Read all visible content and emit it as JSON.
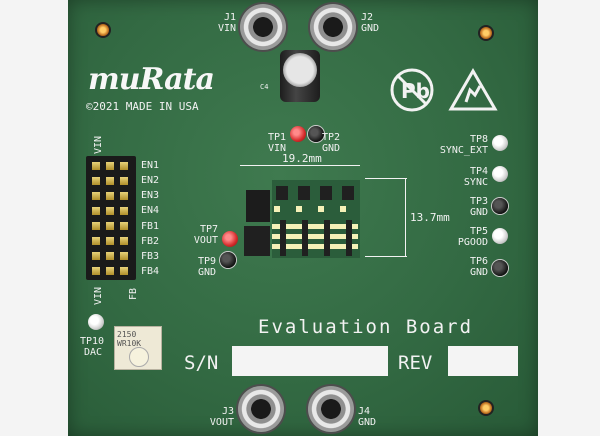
{
  "logo": {
    "text": "muRata"
  },
  "copyright": {
    "text": "©2021  MADE IN USA"
  },
  "title": {
    "text": "Evaluation Board"
  },
  "sn_label": {
    "text": "S/N"
  },
  "rev_label": {
    "text": "REV"
  },
  "connectors": {
    "j1": {
      "name": "J1",
      "net": "VIN"
    },
    "j2": {
      "name": "J2",
      "net": "GND"
    },
    "j3": {
      "name": "J3",
      "net": "VOUT"
    },
    "j4": {
      "name": "J4",
      "net": "GND"
    }
  },
  "test_points_left": [
    {
      "name": "TP1",
      "net": "VIN",
      "color": "red"
    },
    {
      "name": "TP2",
      "net": "GND",
      "color": "black"
    },
    {
      "name": "TP7",
      "net": "VOUT",
      "color": "red"
    },
    {
      "name": "TP9",
      "net": "GND",
      "color": "black"
    },
    {
      "name": "TP10",
      "net": "DAC",
      "color": "white"
    }
  ],
  "test_points_right": [
    {
      "name": "TP8",
      "net": "SYNC_EXT",
      "color": "white"
    },
    {
      "name": "TP4",
      "net": "SYNC",
      "color": "white"
    },
    {
      "name": "TP3",
      "net": "GND",
      "color": "black"
    },
    {
      "name": "TP5",
      "net": "PGOOD",
      "color": "white"
    },
    {
      "name": "TP6",
      "net": "GND",
      "color": "black"
    }
  ],
  "header": {
    "top_label": "VIN",
    "bottom_left": "VIN",
    "bottom_right": "FB",
    "rows": [
      "EN1",
      "EN2",
      "EN3",
      "EN4",
      "FB1",
      "FB2",
      "FB3",
      "FB4"
    ]
  },
  "dimensions": {
    "width": "19.2mm",
    "height": "13.7mm"
  },
  "capacitor_label": "C4",
  "pot_label": {
    "line1": "2150",
    "line2": "WR10K"
  },
  "colors": {
    "board": "#336a43",
    "silkscreen": "#f2f2f2",
    "red_tp": "#d52b2b"
  }
}
